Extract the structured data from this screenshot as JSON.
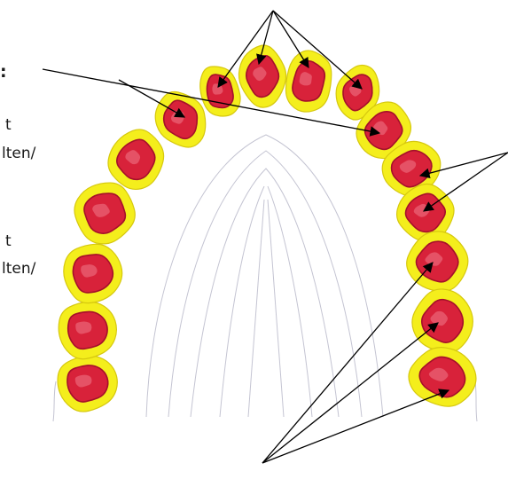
{
  "labels": {
    "top_left_bold": ":",
    "left_line1_a": "t",
    "left_line1_b": "lten/",
    "left_line2_a": "t",
    "left_line2_b": "lten/"
  },
  "colors": {
    "paper": "#ffffff",
    "enamel_yellow": "#f4ee1c",
    "enamel_edge": "#d6c80f",
    "dentin_red": "#d8223a",
    "dentin_dark": "#a5102a",
    "highlight_pink": "#f07a8a",
    "palate_pencil": "#b9b9c8",
    "arrow": "#000000"
  },
  "teeth": [
    {
      "name": "left-molar-3"
    },
    {
      "name": "left-molar-2"
    },
    {
      "name": "left-molar-1"
    },
    {
      "name": "left-premolar-2"
    },
    {
      "name": "left-premolar-1"
    },
    {
      "name": "left-canine"
    },
    {
      "name": "left-lateral-incisor"
    },
    {
      "name": "left-central-incisor"
    },
    {
      "name": "right-central-incisor"
    },
    {
      "name": "right-lateral-incisor"
    },
    {
      "name": "right-canine"
    },
    {
      "name": "right-premolar-1"
    },
    {
      "name": "right-premolar-2"
    },
    {
      "name": "right-molar-1"
    },
    {
      "name": "right-molar-2"
    },
    {
      "name": "right-molar-3"
    }
  ]
}
